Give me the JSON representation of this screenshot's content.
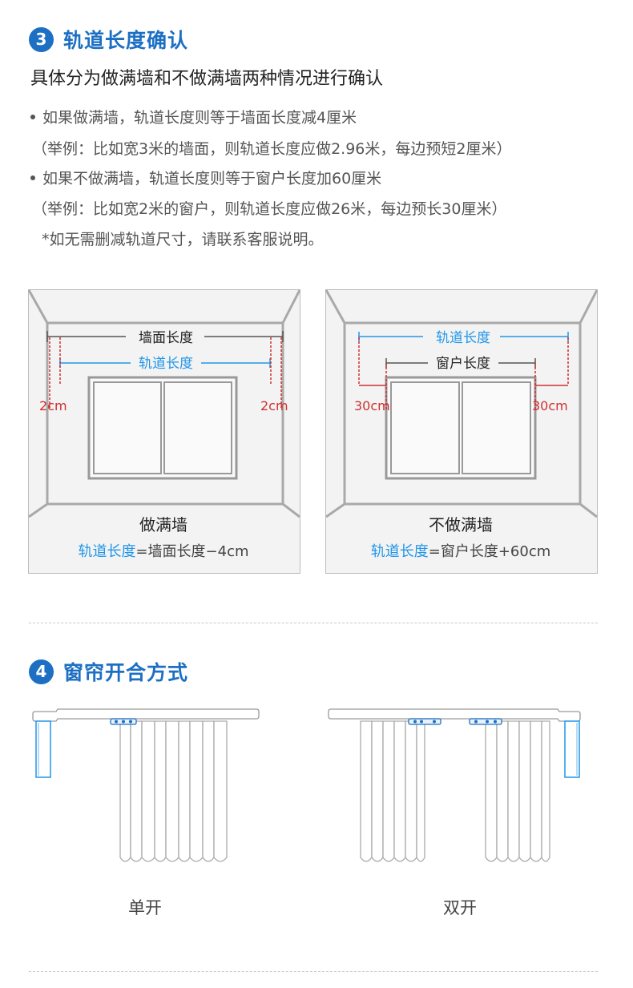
{
  "section3": {
    "number": "3",
    "title": "轨道长度确认",
    "subtitle": "具体分为做满墙和不做满墙两种情况进行确认",
    "rule1": "如果做满墙，轨道长度则等于墙面长度减4厘米",
    "example1": "（举例：比如宽3米的墙面，则轨道长度应做2.96米，每边预短2厘米）",
    "rule2": "如果不做满墙，轨道长度则等于窗户长度加60厘米",
    "example2": "（举例：比如宽2米的窗户，则轨道长度应做26米，每边预长30厘米）",
    "note": "*如无需删减轨道尺寸，请联系客服说明。",
    "panel_full": {
      "wall_label": "墙面长度",
      "track_label": "轨道长度",
      "offset_left": "2cm",
      "offset_right": "2cm",
      "title": "做满墙",
      "formula_track": "轨道长度",
      "formula_rest": "=墙面长度−4cm"
    },
    "panel_partial": {
      "track_label": "轨道长度",
      "window_label": "窗户长度",
      "offset_left": "30cm",
      "offset_right": "30cm",
      "title": "不做满墙",
      "formula_track": "轨道长度",
      "formula_rest": "=窗户长度+60cm"
    }
  },
  "section4": {
    "number": "4",
    "title": "窗帘开合方式",
    "single_label": "单开",
    "double_label": "双开"
  },
  "colors": {
    "accent_blue": "#1d6fc3",
    "track_blue": "#2196e8",
    "offset_red": "#d03030"
  }
}
